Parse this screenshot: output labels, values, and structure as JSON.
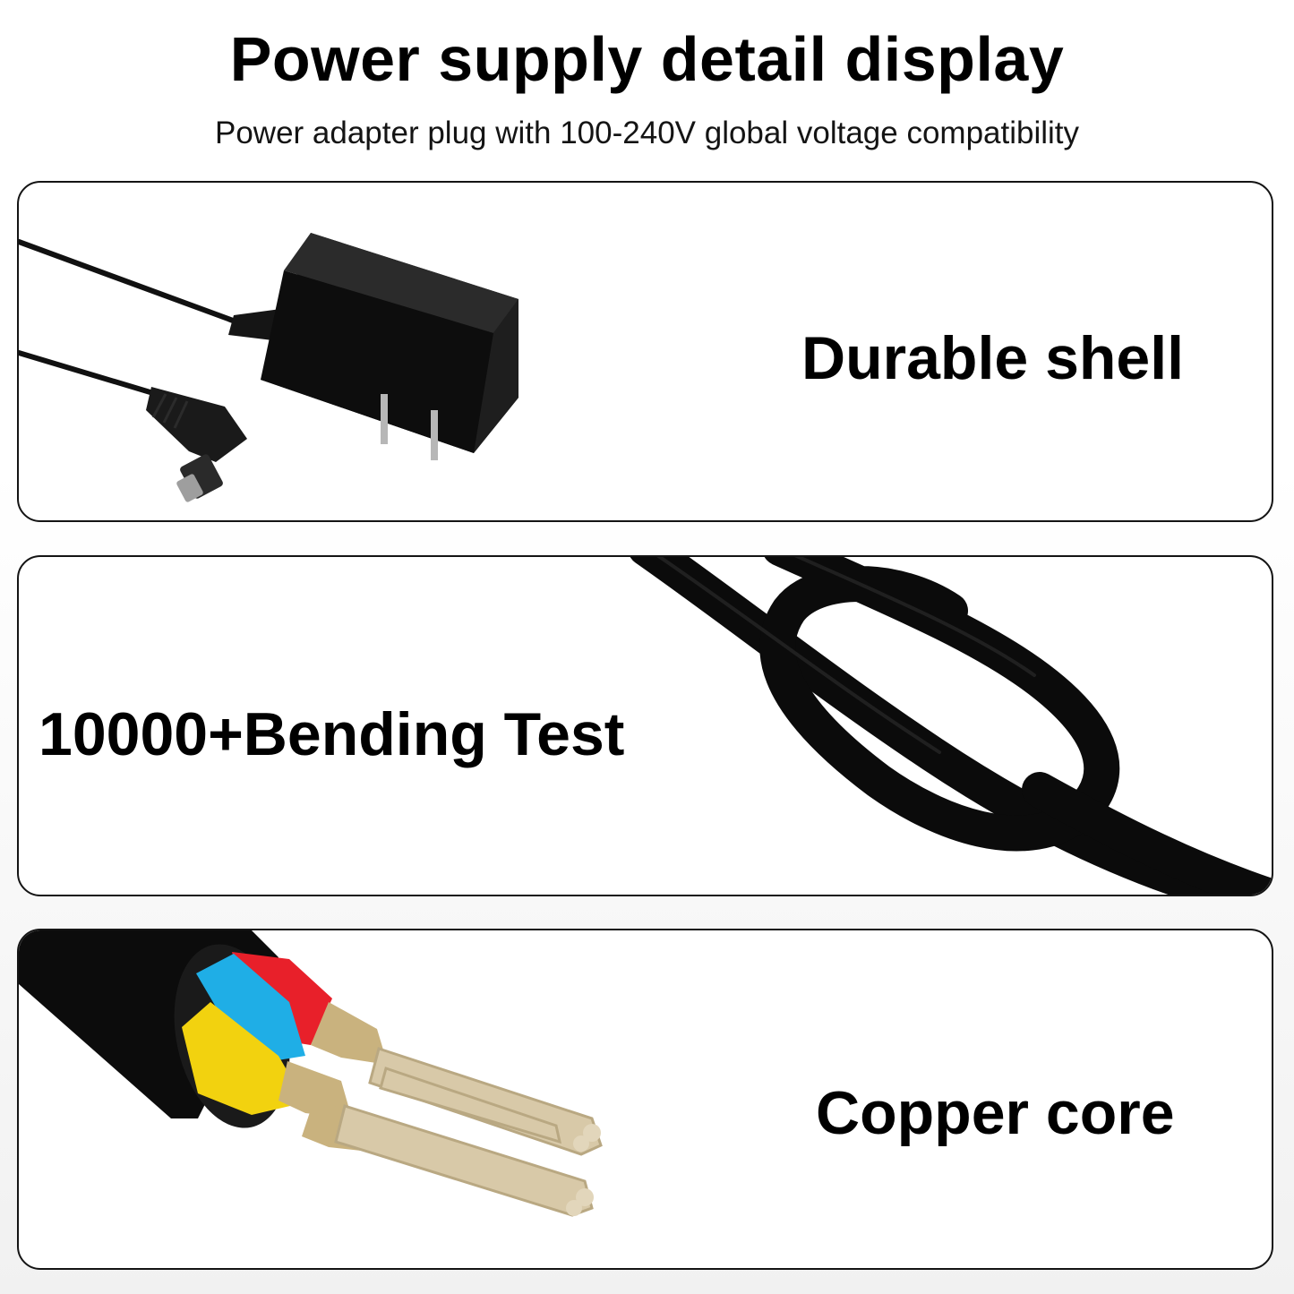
{
  "header": {
    "title": "Power supply detail display",
    "subtitle": "Power adapter plug with 100-240V global voltage compatibility"
  },
  "features": [
    {
      "label": "Durable shell"
    },
    {
      "label": "10000+Bending Test"
    },
    {
      "label": "Copper core"
    }
  ],
  "colors": {
    "text": "#000000",
    "panel_border": "#141414",
    "cable": "#0b0b0b",
    "wire_red": "#e8202a",
    "wire_blue": "#1faee6",
    "wire_yellow": "#f2d20f",
    "copper_strand": "#d8c9a8"
  }
}
